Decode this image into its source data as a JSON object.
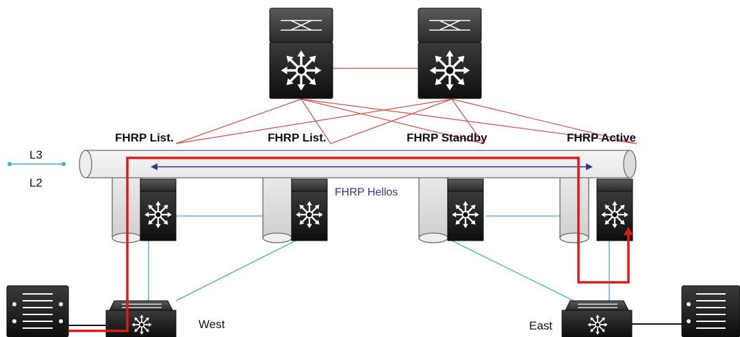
{
  "layer_legend": {
    "upper": "L3",
    "lower": "L2"
  },
  "distribution_labels": [
    "FHRP List.",
    "FHRP List.",
    "FHRP Standby",
    "FHRP Active"
  ],
  "hellos_label": "FHRP Hellos",
  "access_labels": {
    "west": "West",
    "east": "East"
  },
  "colors": {
    "core_links": "#e04a4a",
    "access_links": "#3fb1c9",
    "hello_arrow": "#2c3a8f",
    "traffic_path": "#e01818",
    "device_dark": "#1c1c1c"
  },
  "icons": [
    "core-switch-icon",
    "distribution-switch-icon",
    "access-switch-icon",
    "server-icon"
  ]
}
